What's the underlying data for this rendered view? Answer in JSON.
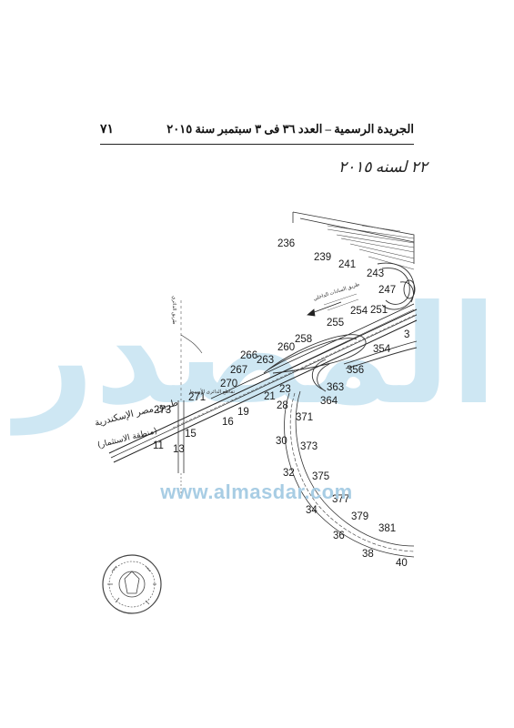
{
  "header": {
    "title": "الجريدة الرسمية – العدد ٣٦ فى ٣ سبتمبر سنة ٢٠١٥",
    "page_number": "٧١"
  },
  "handwritten_note": "٢٢ لسنه ٢٠١٥",
  "watermark": {
    "arabic": "المصدر",
    "url": "www.almasdar.com",
    "color": "#a8cde4"
  },
  "map": {
    "point_labels": [
      {
        "id": "p236",
        "text": "236"
      },
      {
        "id": "p239",
        "text": "239"
      },
      {
        "id": "p241",
        "text": "241"
      },
      {
        "id": "p243",
        "text": "243"
      },
      {
        "id": "p247",
        "text": "247"
      },
      {
        "id": "p251",
        "text": "251"
      },
      {
        "id": "p254",
        "text": "254"
      },
      {
        "id": "p255",
        "text": "255"
      },
      {
        "id": "p258",
        "text": "258"
      },
      {
        "id": "p260",
        "text": "260"
      },
      {
        "id": "p263",
        "text": "263"
      },
      {
        "id": "p266",
        "text": "266"
      },
      {
        "id": "p267",
        "text": "267"
      },
      {
        "id": "p270",
        "text": "270"
      },
      {
        "id": "p271",
        "text": "271"
      },
      {
        "id": "p273",
        "text": "273"
      },
      {
        "id": "p354",
        "text": "354"
      },
      {
        "id": "p356",
        "text": "356"
      },
      {
        "id": "p363",
        "text": "363"
      },
      {
        "id": "p364",
        "text": "364"
      },
      {
        "id": "p371",
        "text": "371"
      },
      {
        "id": "p373",
        "text": "373"
      },
      {
        "id": "p375",
        "text": "375"
      },
      {
        "id": "p377",
        "text": "377"
      },
      {
        "id": "p379",
        "text": "379"
      },
      {
        "id": "p381",
        "text": "381"
      },
      {
        "id": "p3",
        "text": "3"
      },
      {
        "id": "p11",
        "text": "11"
      },
      {
        "id": "p13",
        "text": "13"
      },
      {
        "id": "p15",
        "text": "15"
      },
      {
        "id": "p16",
        "text": "16"
      },
      {
        "id": "p19",
        "text": "19"
      },
      {
        "id": "p21",
        "text": "21"
      },
      {
        "id": "p23",
        "text": "23"
      },
      {
        "id": "p28",
        "text": "28"
      },
      {
        "id": "p30",
        "text": "30"
      },
      {
        "id": "p32",
        "text": "32"
      },
      {
        "id": "p34",
        "text": "34"
      },
      {
        "id": "p36",
        "text": "36"
      },
      {
        "id": "p38",
        "text": "38"
      },
      {
        "id": "p40",
        "text": "40"
      }
    ],
    "handwritten_labels": [
      "طريق مصر الإسكندرية",
      "(منطقة الاستثمار)"
    ],
    "road_labels": [
      "طريق الدائري",
      "تقاطع الدائرى الأوسط",
      "طريق السادات الداخلي"
    ]
  }
}
